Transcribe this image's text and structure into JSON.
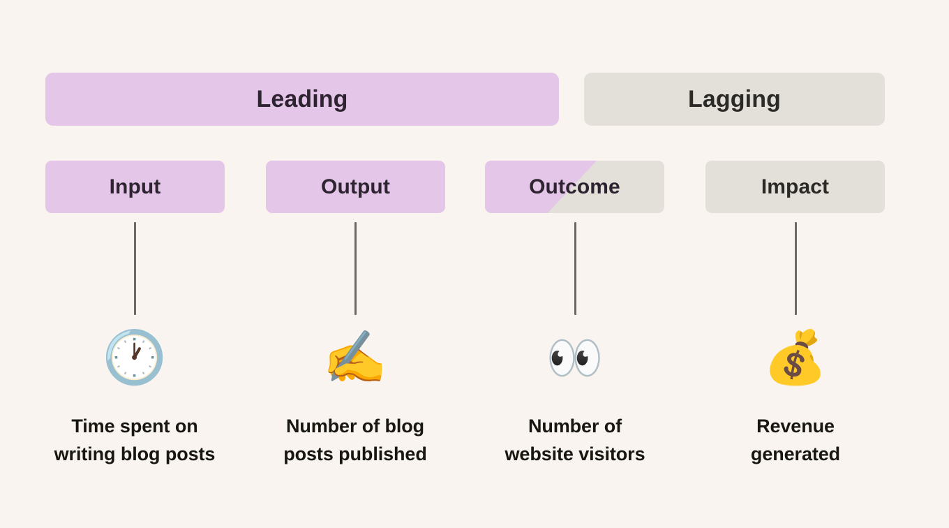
{
  "background_color": "#F9F4F0",
  "palette": {
    "leading_purple": "#E4C6E8",
    "lagging_gray": "#E3E0DA",
    "connector_gray": "#6E6862",
    "heading_text": "#2E2330",
    "caption_text": "#17160F"
  },
  "groups": [
    {
      "id": "leading",
      "label": "Leading",
      "color": "#E4C6E8"
    },
    {
      "id": "lagging",
      "label": "Lagging",
      "color": "#E3E0DA"
    }
  ],
  "stages": [
    {
      "id": "input",
      "label": "Input",
      "fill": "purple",
      "emoji": "🕐",
      "emoji_name": "clock-emoji",
      "caption": "Time spent on\nwriting blog posts"
    },
    {
      "id": "output",
      "label": "Output",
      "fill": "purple",
      "emoji": "✍️",
      "emoji_name": "writing-hand-emoji",
      "caption": "Number of blog\nposts published"
    },
    {
      "id": "outcome",
      "label": "Outcome",
      "fill": "split-purple-gray",
      "emoji": "👀",
      "emoji_name": "eyes-emoji",
      "caption": "Number of\nwebsite visitors"
    },
    {
      "id": "impact",
      "label": "Impact",
      "fill": "gray",
      "emoji": "💰",
      "emoji_name": "money-bag-emoji",
      "caption": "Revenue\ngenerated"
    }
  ]
}
